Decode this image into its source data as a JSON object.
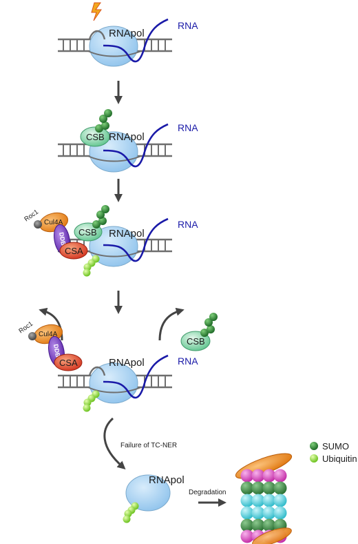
{
  "labels": {
    "rnapol": "RNApol",
    "rna": "RNA",
    "csb": "CSB",
    "csa": "CSA",
    "ddb1": "DDB1",
    "cul4a": "Cul4A",
    "roc1": "Roc1",
    "failure": "Failure of TC-NER",
    "degradation": "Degradation"
  },
  "legend": {
    "sumo": "SUMO",
    "ubiquitin": "Ubiquitin"
  },
  "colors": {
    "dna": "#6e6e6e",
    "rna": "#1a1aa8",
    "rnapol": "#9ecdf0",
    "csb": "#7fd3a6",
    "csa": "#e0402a",
    "ddb1": "#7b3fc4",
    "cul4a": "#f08a1e",
    "roc1": "#555555",
    "sumo": "#2f8a3a",
    "ubiquitin": "#8fe03a",
    "proteasome_magenta": "#e04fc8",
    "proteasome_cyan": "#4fd8e6",
    "proteasome_green": "#3f8f4a",
    "proteasome_cap": "#f08a1e",
    "arrow": "#444444",
    "lightning": "#f2a81e"
  }
}
